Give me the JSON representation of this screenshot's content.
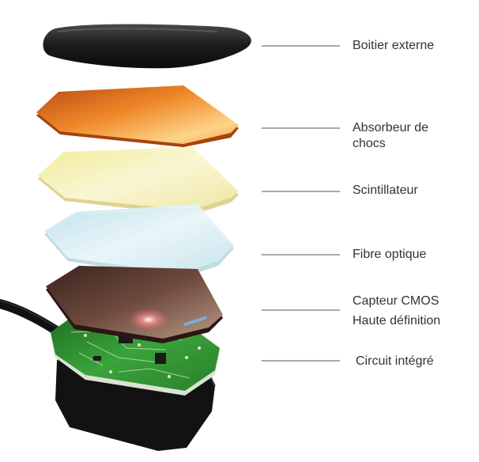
{
  "labels": {
    "boitier": "Boitier externe",
    "absorbeur_line1": "Absorbeur de",
    "absorbeur_line2": "chocs",
    "scintillateur": "Scintillateur",
    "fibre": "Fibre optique",
    "capteur_line1": "Capteur CMOS",
    "capteur_line2": "Haute définition",
    "circuit": "Circuit intégré"
  },
  "colors": {
    "case": "#1e1e1e",
    "shock_absorber": "#e8892a",
    "scintillator": "#f3efb4",
    "fiber_optic": "#d6ecf2",
    "cmos": "#5a3a32",
    "circuit_board": "#2f8a2c",
    "base": "#111111",
    "leader_line": "#555555",
    "text": "#333333"
  }
}
